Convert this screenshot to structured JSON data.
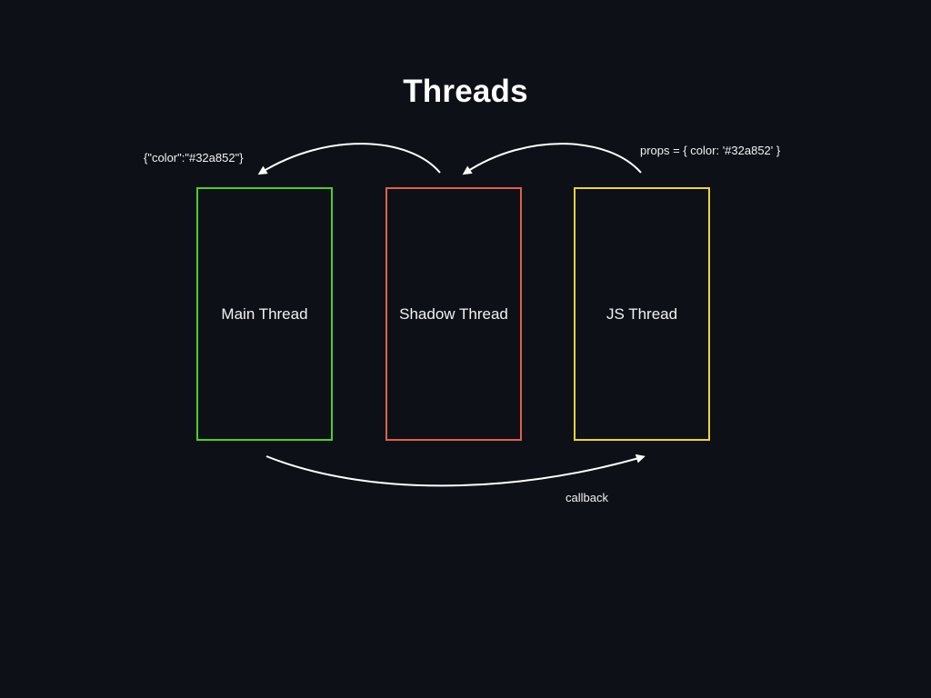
{
  "title": "Threads",
  "threads": [
    {
      "label": "Main Thread",
      "color": "#4ccf2e"
    },
    {
      "label": "Shadow Thread",
      "color": "#e0604f"
    },
    {
      "label": "JS Thread",
      "color": "#ecd23c"
    }
  ],
  "annotations": {
    "main_payload": "{\"color\":\"#32a852\"}",
    "js_props": "props = { color: '#32a852' }",
    "callback": "callback"
  },
  "colors": {
    "background": "#0d1017",
    "arrow": "#ffffff",
    "text": "#ffffff"
  }
}
